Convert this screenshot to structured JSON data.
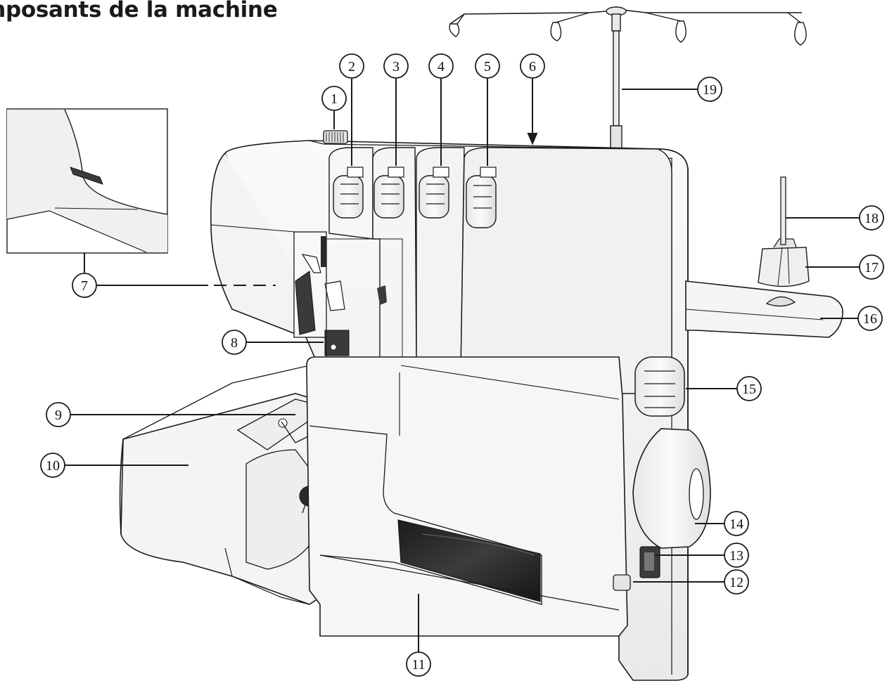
{
  "title": "mposants de la machine",
  "colors": {
    "outline": "#1a1a1a",
    "body": "#f5f5f5",
    "body_shade": "#e6e6e6",
    "dark": "#2a2a2a",
    "callout_fill": "#ffffff"
  },
  "callouts": [
    "1",
    "2",
    "3",
    "4",
    "5",
    "6",
    "7",
    "8",
    "9",
    "10",
    "11",
    "12",
    "13",
    "14",
    "15",
    "16",
    "17",
    "18",
    "19"
  ]
}
